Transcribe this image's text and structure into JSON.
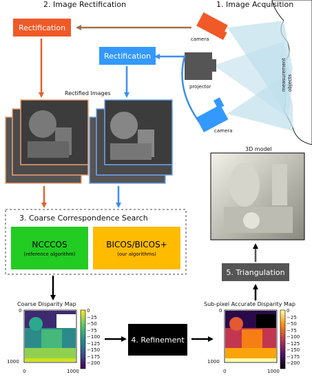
{
  "stages": {
    "acquisition": "1. Image Acquisition",
    "rectification": "2. Image Rectification",
    "coarse": "3. Coarse Correspondence Search",
    "refinement": "4. Refinement",
    "triangulation": "5. Triangulation"
  },
  "boxes": {
    "rect_orange": "Rectification",
    "rect_blue": "Rectification",
    "ncccos": "NCCCOS",
    "ncccos_sub": "(reference algorithm)",
    "bicos": "BICOS/BICOS+",
    "bicos_sub": "(our algorithms)"
  },
  "labels": {
    "camera_top": "camera",
    "projector": "projector",
    "camera_bottom": "camera",
    "measurement_objects": "measurement objects",
    "rectified_images": "Rectified Images",
    "model_3d": "3D model",
    "coarse_map": "Coarse Disparity Map",
    "subpixel_map": "Sub-pixel Accurate Disparity Map"
  },
  "axis": {
    "x_ticks": [
      "0",
      "1000"
    ],
    "y_ticks": [
      "0",
      "1000"
    ],
    "colorbar_ticks": [
      "0",
      "−25",
      "−50",
      "−75",
      "−100",
      "−125",
      "−150",
      "−175",
      "−200"
    ]
  },
  "colors": {
    "orange": "#f05a28",
    "blue": "#3399ff",
    "green": "#22cc22",
    "yellow": "#ffbb00",
    "dark": "#000000",
    "gray": "#555555"
  }
}
